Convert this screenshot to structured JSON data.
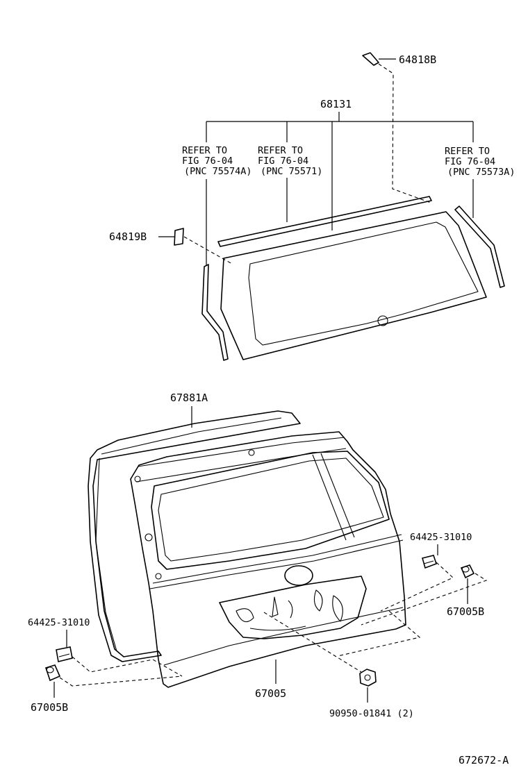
{
  "labels": {
    "p64818B": "64818B",
    "p68131": "68131",
    "refer_a_l1": "REFER TO",
    "refer_a_l2": "FIG 76-04",
    "refer_a_l3": "(PNC 75574A)",
    "refer_b_l1": "REFER TO",
    "refer_b_l2": "FIG 76-04",
    "refer_b_l3": "(PNC 75571)",
    "refer_c_l1": "REFER TO",
    "refer_c_l2": "FIG 76-04",
    "refer_c_l3": "(PNC 75573A)",
    "p64819B": "64819B",
    "p67881A": "67881A",
    "p64425_right": "64425-31010",
    "p67005B_right": "67005B",
    "p64425_left": "64425-31010",
    "p67005B_left": "67005B",
    "p67005": "67005",
    "p90950": "90950-01841 (2)",
    "figure_id": "672672-A"
  }
}
